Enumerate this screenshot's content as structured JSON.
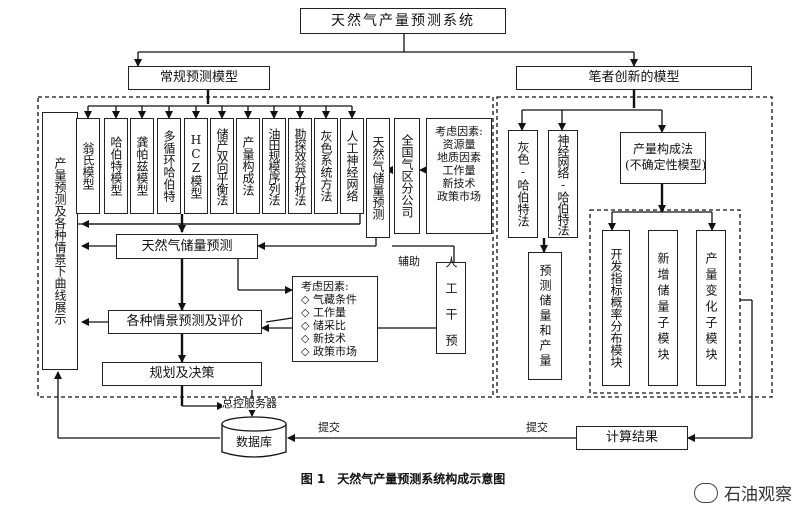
{
  "title": "天然气产量预测系统",
  "conventional": "常规预测模型",
  "innovative": "笔者创新的模型",
  "left_side": "产量预测及各种情景下曲线展示",
  "models": [
    "翁氏模型",
    "哈伯特模型",
    "龚帕兹模型",
    "多循环哈伯特",
    "HCZ模型",
    "储产双向平衡法",
    "产量构成法",
    "油田规模序列法",
    "勘探效益分析法",
    "灰色系统方法",
    "人工神经网络"
  ],
  "reserve_forecast_v": "天然气储量预测",
  "national_split": "全国气区分公司",
  "factors1": {
    "title": "考虑因素:",
    "lines": [
      "资源量",
      "地质因素",
      "工作量",
      "新技术",
      "政策市场"
    ]
  },
  "reserve_forecast": "天然气储量预测",
  "assist": "辅助",
  "manual": "人工干预",
  "factors2": {
    "title": "考虑因素:",
    "lines": [
      "气藏条件",
      "工作量",
      "储采比",
      "新技术",
      "政策市场"
    ]
  },
  "scenario": "各种情景预测及评价",
  "planning": "规划及决策",
  "server": "总控服务器",
  "database": "数据库",
  "submit1": "提交",
  "submit2": "提交",
  "result": "计算结果",
  "grey_hubbert": "灰色-哈伯特法",
  "nn_hubbert": "神经网络-哈伯特法",
  "pred_reserve_prod": "预测储量和产量",
  "composition": {
    "l1": "产量构成法",
    "l2": "(不确定性模型)"
  },
  "sub_models": [
    "开发指标概率分布模块",
    "新增储量子模块",
    "产量变化子模块"
  ],
  "caption": "图 1　天然气产量预测系统构成示意图",
  "watermark": "石油观察"
}
